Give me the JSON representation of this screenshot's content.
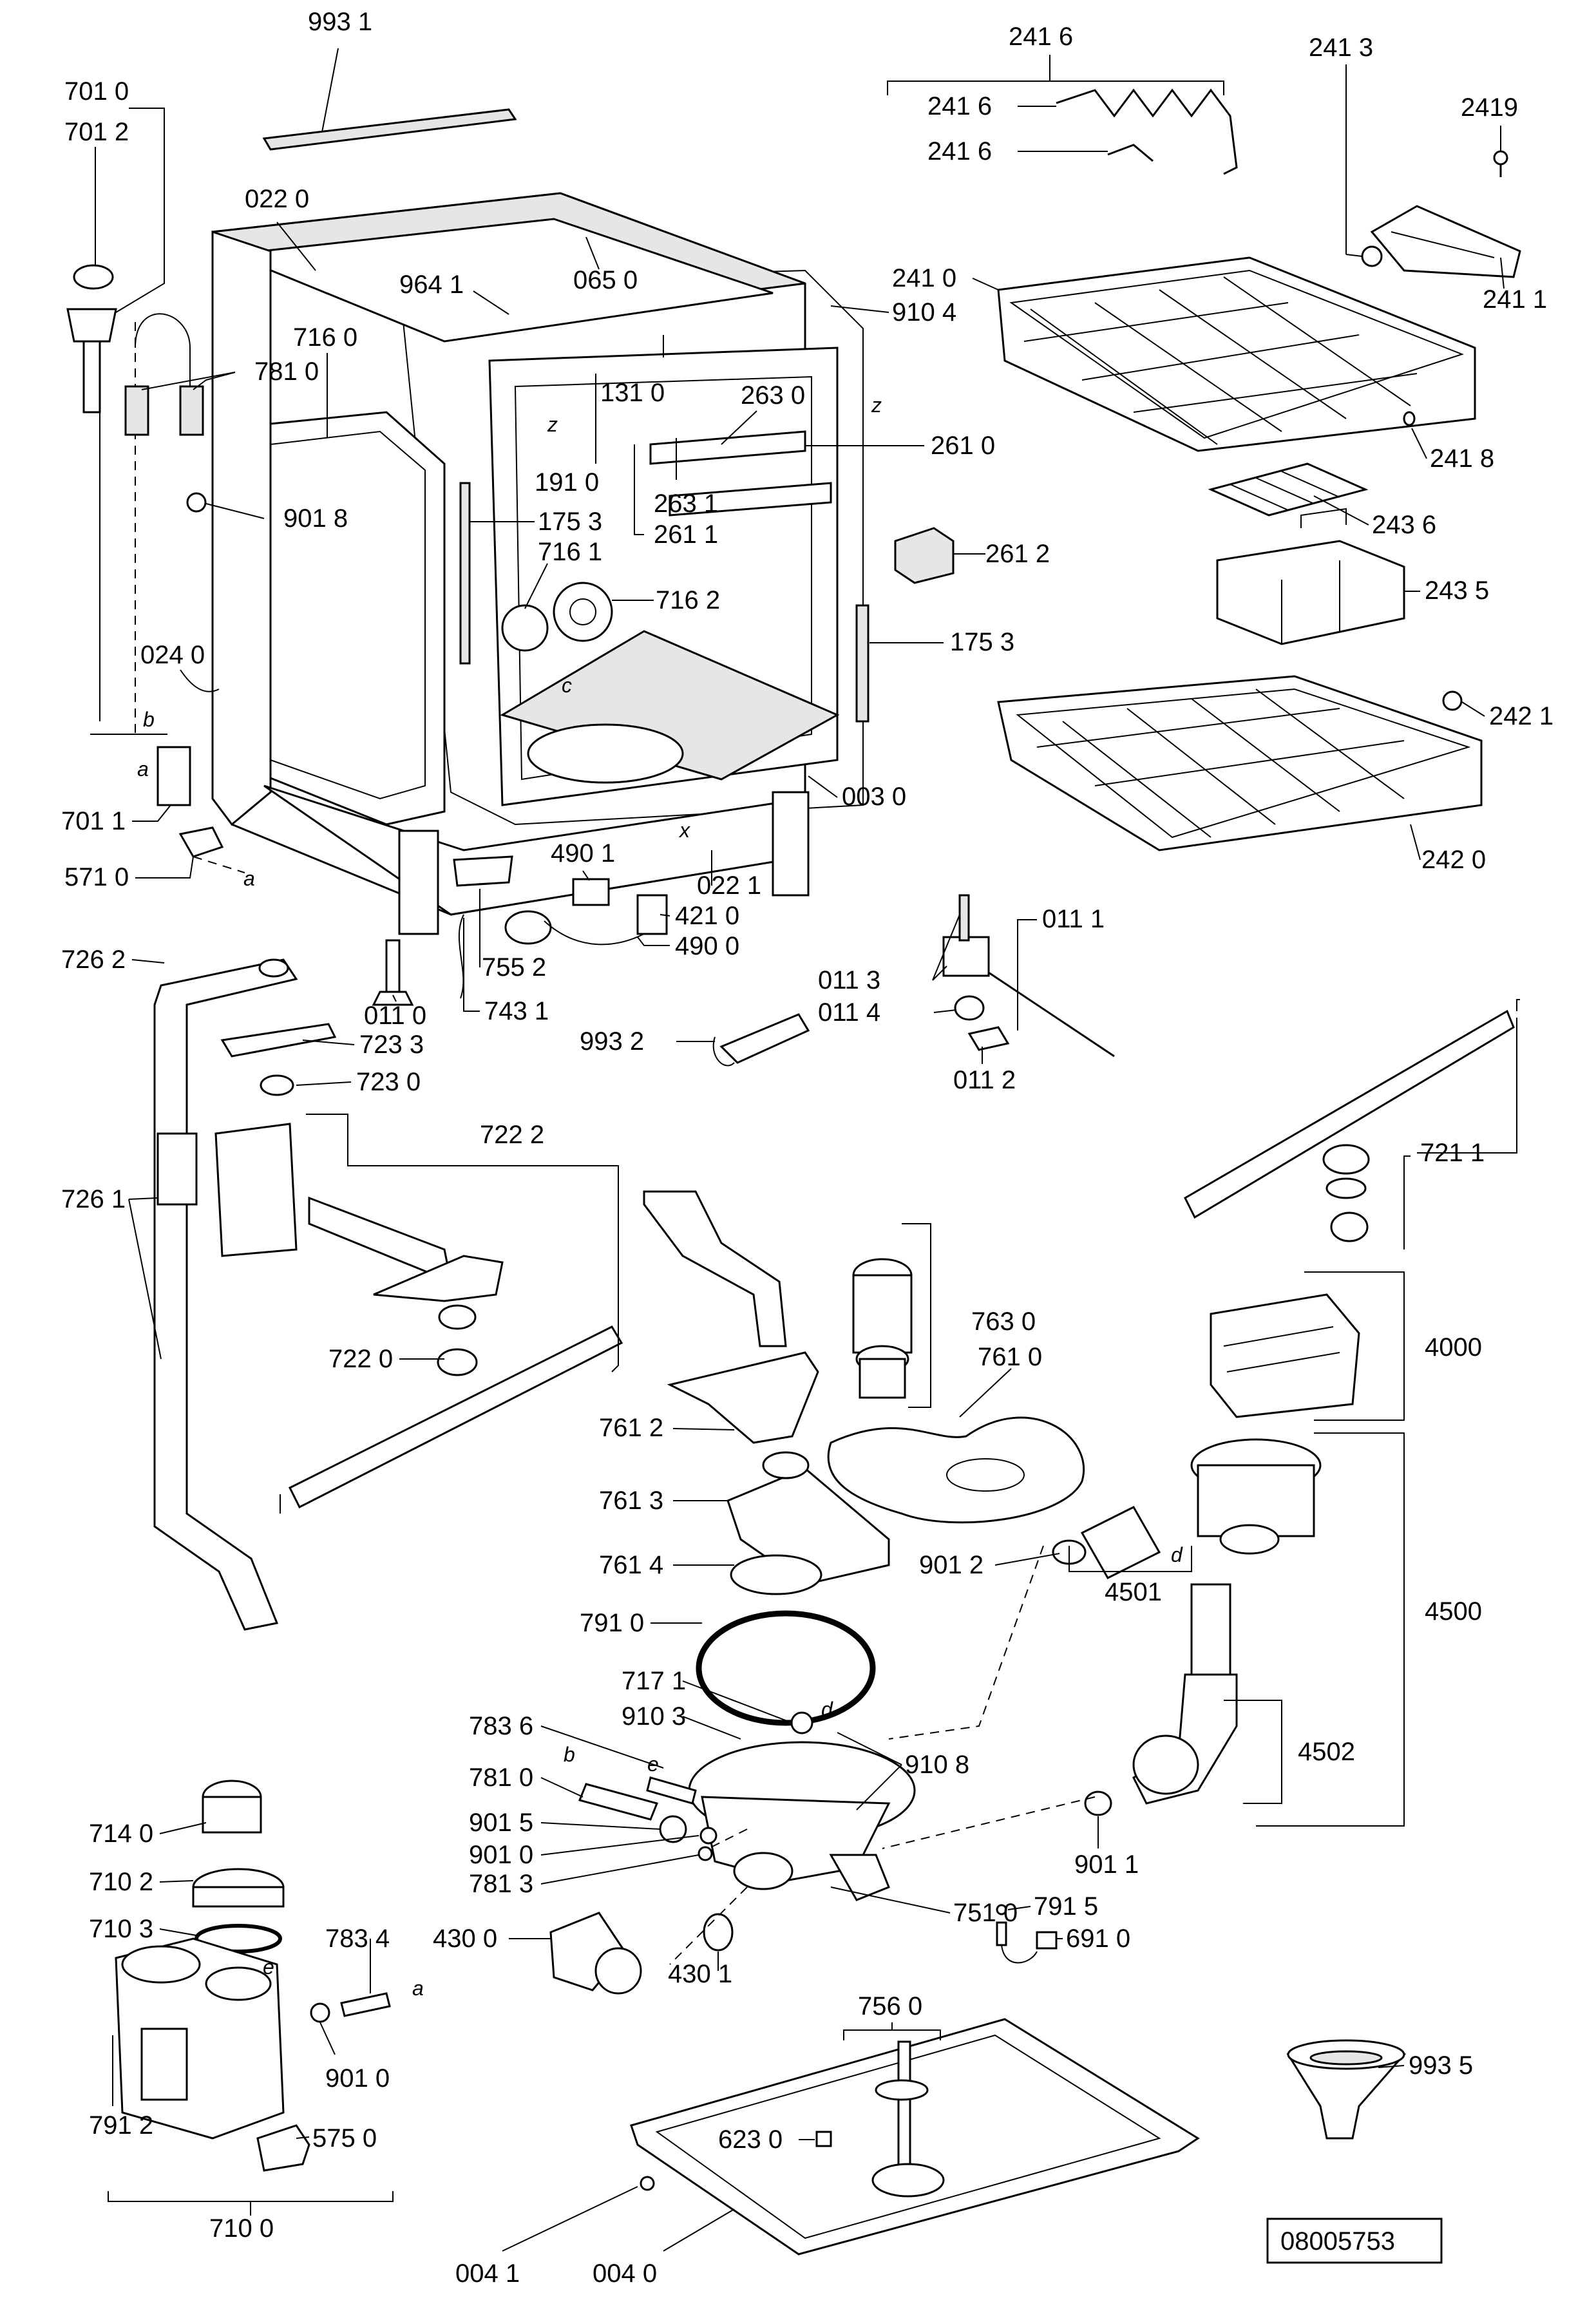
{
  "labels": {
    "l_9931": "993 1",
    "l_2416a": "241 6",
    "l_2416b": "241 6",
    "l_2416c": "241 6",
    "l_2413": "241 3",
    "l_2419": "2419",
    "l_7010": "701 0",
    "l_7012": "701 2",
    "l_0220": "022 0",
    "l_9641": "964 1",
    "l_0650": "065 0",
    "l_2410": "241 0",
    "l_9104": "910 4",
    "l_2411": "241 1",
    "l_7160": "716 0",
    "l_7810a": "781 0",
    "l_1310": "131 0",
    "l_2630": "263 0",
    "l_2610": "261 0",
    "l_2418": "241 8",
    "l_1910": "191 0",
    "l_2631": "263 1",
    "l_2611": "261 1",
    "l_9018": "901 8",
    "l_1753a": "175 3",
    "l_2436": "243 6",
    "l_7161": "716 1",
    "l_2612": "261 2",
    "l_7162": "716 2",
    "l_2435": "243 5",
    "l_1753b": "175 3",
    "l_0240": "024 0",
    "l_2421": "242 1",
    "l_7011": "701 1",
    "l_0030": "003 0",
    "l_2420": "242 0",
    "l_5710": "571 0",
    "l_0221": "022 1",
    "l_4901": "490 1",
    "l_4210": "421 0",
    "l_4900": "490 0",
    "l_0111": "011 1",
    "l_7262": "726 2",
    "l_7552": "755 2",
    "l_0113": "011 3",
    "l_0110": "011 0",
    "l_7431": "743 1",
    "l_0114": "011 4",
    "l_7233": "723 3",
    "l_9932": "993 2",
    "l_0112": "011 2",
    "l_7230": "723 0",
    "l_7222": "722 2",
    "l_7211": "721 1",
    "l_7261": "726 1",
    "l_7630": "763 0",
    "l_7610": "761 0",
    "l_4000": "4000",
    "l_7220": "722 0",
    "l_7612": "761 2",
    "l_7613": "761 3",
    "l_9012": "901 2",
    "l_4501": "4501",
    "l_7614": "761 4",
    "l_4500": "4500",
    "l_7910": "791 0",
    "l_7171": "717 1",
    "l_9103": "910 3",
    "l_7836": "783 6",
    "l_9108": "910 8",
    "l_4502": "4502",
    "l_7810b": "781 0",
    "l_7140": "714 0",
    "l_9015": "901 5",
    "l_9011": "901 1",
    "l_9010a": "901 0",
    "l_7102": "710 2",
    "l_7813": "781 3",
    "l_7510": "751 0",
    "l_7915": "791 5",
    "l_7103": "710 3",
    "l_7834": "783 4",
    "l_4300": "430 0",
    "l_6910": "691 0",
    "l_4301": "430 1",
    "l_7560": "756 0",
    "l_9010b": "901 0",
    "l_9935": "993 5",
    "l_7912": "791 2",
    "l_6230": "623 0",
    "l_5750": "575 0",
    "l_7100": "710 0",
    "l_0041": "004 1",
    "l_0040": "004 0",
    "doc_number": "08005753"
  },
  "letters": {
    "z1": "z",
    "z2": "z",
    "c": "c",
    "x": "x",
    "b1": "b",
    "a1": "a",
    "a2": "a",
    "d1": "d",
    "d2": "d",
    "b2": "b",
    "e1": "e",
    "e2": "e",
    "a3": "a"
  }
}
